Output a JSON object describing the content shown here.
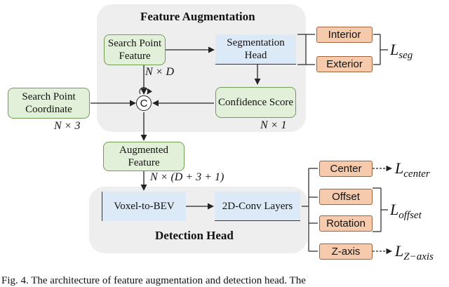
{
  "feature_augmentation": {
    "title": "Feature Augmentation",
    "search_point_feature": "Search Point Feature",
    "dim_feature": "N × D",
    "segmentation_head": "Segmentation Head",
    "confidence_score": "Confidence Score",
    "dim_score": "N × 1",
    "concat_symbol": "C"
  },
  "inputs": {
    "search_point_coordinate": "Search Point Coordinate",
    "dim_coordinate": "N × 3"
  },
  "augmented": {
    "label": "Augmented Feature",
    "dim": "N × (D + 3 + 1)"
  },
  "detection_head": {
    "title": "Detection Head",
    "voxel_to_bev": "Voxel-to-BEV",
    "conv_layers": "2D-Conv Layers"
  },
  "seg_outputs": {
    "interior": "Interior",
    "exterior": "Exterior",
    "loss_symbol": "L",
    "loss_sub": "seg"
  },
  "det_outputs": {
    "center": "Center",
    "offset": "Offset",
    "rotation": "Rotation",
    "z_axis": "Z-axis",
    "loss_center_symbol": "L",
    "loss_center_sub": "center",
    "loss_offset_symbol": "L",
    "loss_offset_sub": "offset",
    "loss_z_symbol": "L",
    "loss_z_sub": "Z−axis"
  },
  "caption": "Fig. 4.   The architecture of feature augmentation and detection head. The"
}
